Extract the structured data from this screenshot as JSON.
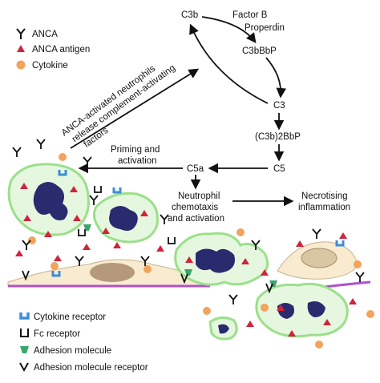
{
  "legend_top": {
    "anca": "ANCA",
    "anca_antigen": "ANCA antigen",
    "cytokine": "Cytokine"
  },
  "legend_bottom": {
    "cytokine_receptor": "Cytokine receptor",
    "fc_receptor": "Fc receptor",
    "adhesion_molecule": "Adhesion molecule",
    "adhesion_molecule_receptor": "Adhesion molecule receptor"
  },
  "pathway": {
    "c3b": "C3b",
    "factor_b": "Factor B",
    "properdin": "Properdin",
    "c3bbbp": "C3bBbP",
    "c3": "C3",
    "c3b2bbp": "(C3b)2BbP",
    "c5": "C5",
    "c5a": "C5a"
  },
  "labels": {
    "anca_line1": "ANCA-activated neutrophils",
    "anca_line2": "release complement-activating",
    "anca_line3": "factors",
    "priming_line1": "Priming and",
    "priming_line2": "activation",
    "chemo_line1": "Neutrophil",
    "chemo_line2": "chemotaxis",
    "chemo_line3": "and activation",
    "necro_line1": "Necrotising",
    "necro_line2": "inflammation"
  },
  "colors": {
    "antigen": "#d2233c",
    "cytokine": "#f2a35c",
    "cytokine_receptor": "#3b8ed8",
    "adhesion_molecule": "#3aa66a",
    "cell_fill": "#e6f7e0",
    "cell_border": "#9be08a",
    "nucleus": "#2a2a6e",
    "endothelium": "#f8ebcf",
    "endo_nucleus": "#b49a7a",
    "membrane": "#b050d0"
  }
}
